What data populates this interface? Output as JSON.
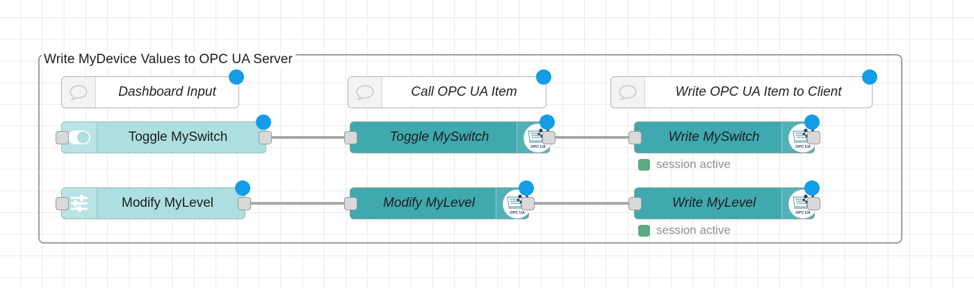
{
  "editor": {
    "app": "node-red-flow-editor",
    "canvas_background": "#ffffff",
    "grid_color": "#e9e9e9"
  },
  "group": {
    "title": "Write MyDevice Values to OPC UA Server",
    "border_color": "#9d9d9d"
  },
  "colors": {
    "dashboard_node": "#aedfe0",
    "opcua_node": "#3fa9af",
    "comment_node": "#ffffff",
    "badge_blue": "#139ce8",
    "status_green": "#5aab7f",
    "wire": "#a8a8a8",
    "port": "#d9d9d9"
  },
  "comments": [
    {
      "label": "Dashboard Input",
      "icon": "comment-bubble-icon"
    },
    {
      "label": "Call OPC UA Item",
      "icon": "comment-bubble-icon"
    },
    {
      "label": "Write OPC UA Item to Client",
      "icon": "comment-bubble-icon"
    }
  ],
  "rows": [
    {
      "name": "switch-row",
      "input_node": {
        "label": "Toggle MySwitch",
        "icon": "toggle-switch-icon"
      },
      "call_node": {
        "label": "Toggle MySwitch",
        "icon": "opc-ua-logo-icon"
      },
      "write_node": {
        "label": "Write MySwitch",
        "icon": "opc-ua-logo-icon"
      },
      "status": {
        "text": "session active",
        "color": "#5aab7f"
      }
    },
    {
      "name": "level-row",
      "input_node": {
        "label": "Modify MyLevel",
        "icon": "slider-icon"
      },
      "call_node": {
        "label": "Modify MyLevel",
        "icon": "opc-ua-logo-icon"
      },
      "write_node": {
        "label": "Write MyLevel",
        "icon": "opc-ua-logo-icon"
      },
      "status": {
        "text": "session active",
        "color": "#5aab7f"
      }
    }
  ],
  "logo": {
    "caption": "OPC UA"
  }
}
